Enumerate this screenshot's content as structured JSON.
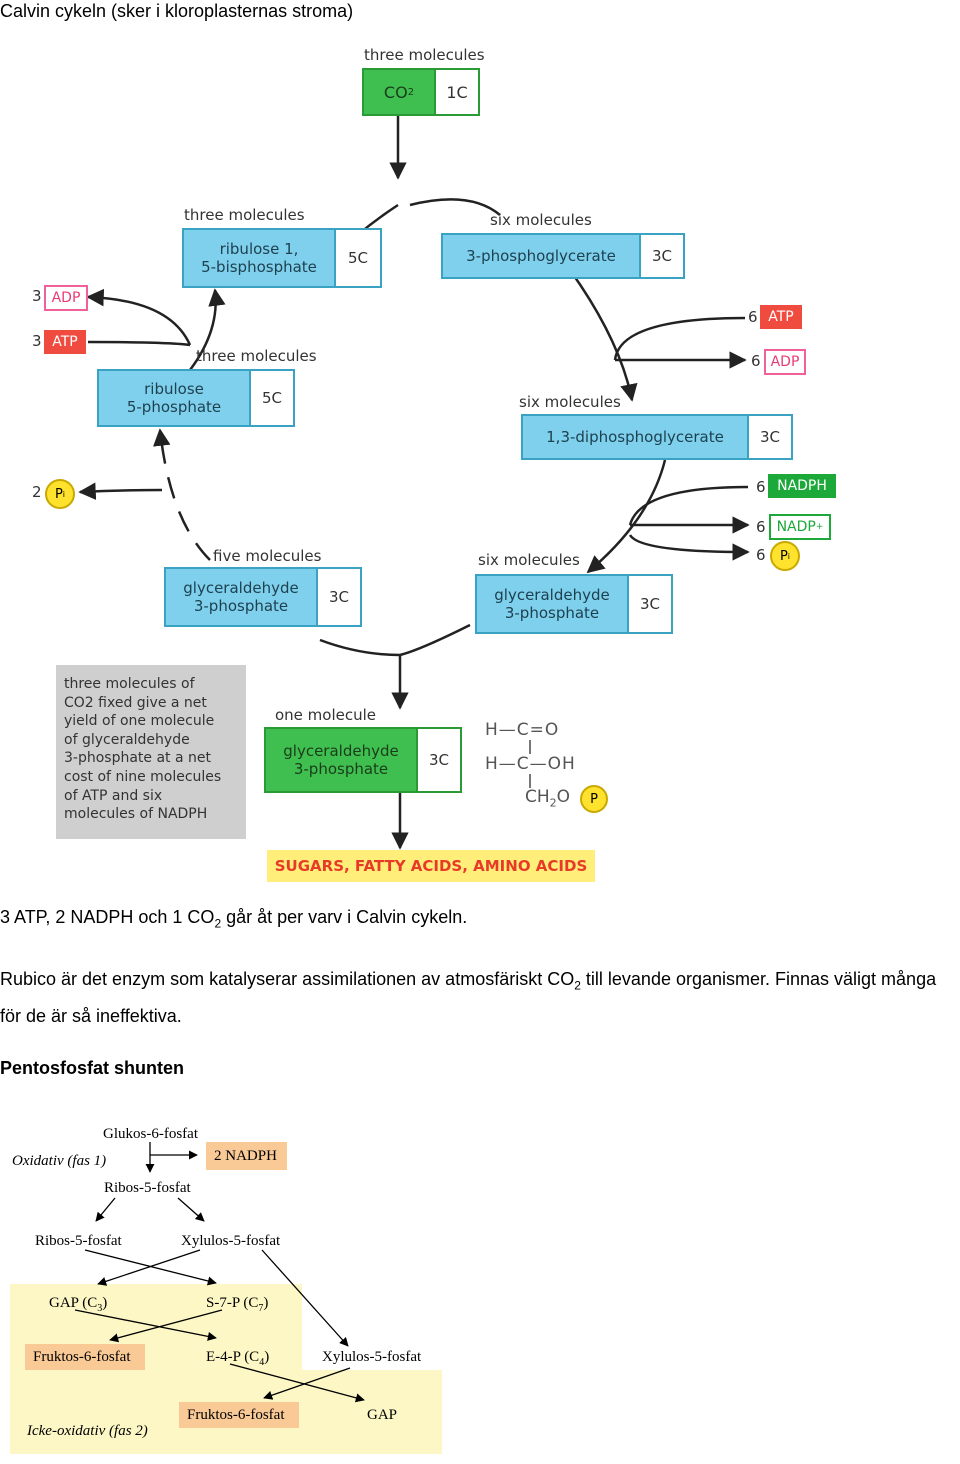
{
  "page": {
    "title": "Calvin cykeln (sker i kloroplasternas stroma)",
    "para1_before": "3 ATP, 2 NADPH och 1 CO",
    "para1_sub": "2",
    "para1_after": " går åt per varv i Calvin cykeln.",
    "para2_before": "Rubico är det enzym som katalyserar assimilationen av atmosfäriskt CO",
    "para2_sub": "2",
    "para2_after": " till levande organismer. Finnas väligt många för de är så ineffektiva.",
    "heading2": "Pentosfosfat shunten"
  },
  "calvin": {
    "top_label": "three molecules",
    "co2": "CO",
    "co2_sub": "2",
    "c1": "1C",
    "rubp_label": "three molecules",
    "rubp_1": "ribulose 1,",
    "rubp_2": "5-bisphosphate",
    "rubp_c": "5C",
    "pga_label": "six molecules",
    "pga": "3-phosphoglycerate",
    "pga_c": "3C",
    "r5p_label": "three molecules",
    "r5p_1": "ribulose",
    "r5p_2": "5-phosphate",
    "r5p_c": "5C",
    "bpg_label": "six molecules",
    "bpg": "1,3-diphosphoglycerate",
    "bpg_c": "3C",
    "g3p5_label": "five molecules",
    "g3p5_1": "glyceraldehyde",
    "g3p5_2": "3-phosphate",
    "g3p5_c": "3C",
    "g3p6_label": "six molecules",
    "g3p6_1": "glyceraldehyde",
    "g3p6_2": "3-phosphate",
    "g3p6_c": "3C",
    "left_adp_n": "3",
    "left_adp": "ADP",
    "left_atp_n": "3",
    "left_atp": "ATP",
    "left_pi_n": "2",
    "pi": "P",
    "pi_sub": "i",
    "right_atp_n": "6",
    "right_atp": "ATP",
    "right_adp_n": "6",
    "right_adp": "ADP",
    "right_nadph_n": "6",
    "right_nadph": "NADPH",
    "right_nadp_n": "6",
    "right_nadp": "NADP",
    "right_nadp_sup": "+",
    "right_pi_n": "6",
    "note_lines": [
      "three molecules of",
      "CO2 fixed give a net",
      "yield of one molecule",
      "of glyceraldehyde",
      "3-phosphate at a net",
      "cost of nine molecules",
      "of ATP and six",
      "molecules of NADPH"
    ],
    "one_label": "one molecule",
    "g3p1_1": "glyceraldehyde",
    "g3p1_2": "3-phosphate",
    "g3p1_c": "3C",
    "struct_r1": "H—C=O",
    "struct_r2": "H—C—OH",
    "struct_r3": "CH",
    "struct_r3_sub": "2",
    "struct_r3_o": "O",
    "struct_p": "P",
    "sugars": "SUGARS, FATTY ACIDS, AMINO ACIDS"
  },
  "ppp": {
    "glukos": "Glukos-6-fosfat",
    "oxidativ": "Oxidativ (fas 1)",
    "nadph": "2 NADPH",
    "ribos_top": "Ribos-5-fosfat",
    "ribos_left": "Ribos-5-fosfat",
    "xylulos_top": "Xylulos-5-fosfat",
    "gap_pre": "GAP (C",
    "gap_sub": "3",
    "s7p_pre": "S-7-P (C",
    "s7p_sub": "7",
    "close": ")",
    "fruktos1": "Fruktos-6-fosfat",
    "e4p_pre": "E-4-P (C",
    "e4p_sub": "4",
    "xylulos_right": "Xylulos-5-fosfat",
    "fruktos2": "Fruktos-6-fosfat",
    "gap2": "GAP",
    "icke": "Icke-oxidativ (fas 2)"
  },
  "colors": {
    "cyan": "#7fd0ec",
    "green": "#3fbf4f",
    "grey": "#cfcfcf",
    "yellow": "#ffef7a",
    "orange_text": "#e83a28",
    "pink": "#f0609a",
    "atp_red": "#ef4b3f",
    "pi_yellow": "#ffe22e",
    "ppp_orange": "#f9c996",
    "ppp_yellow": "#fcf7c4"
  }
}
